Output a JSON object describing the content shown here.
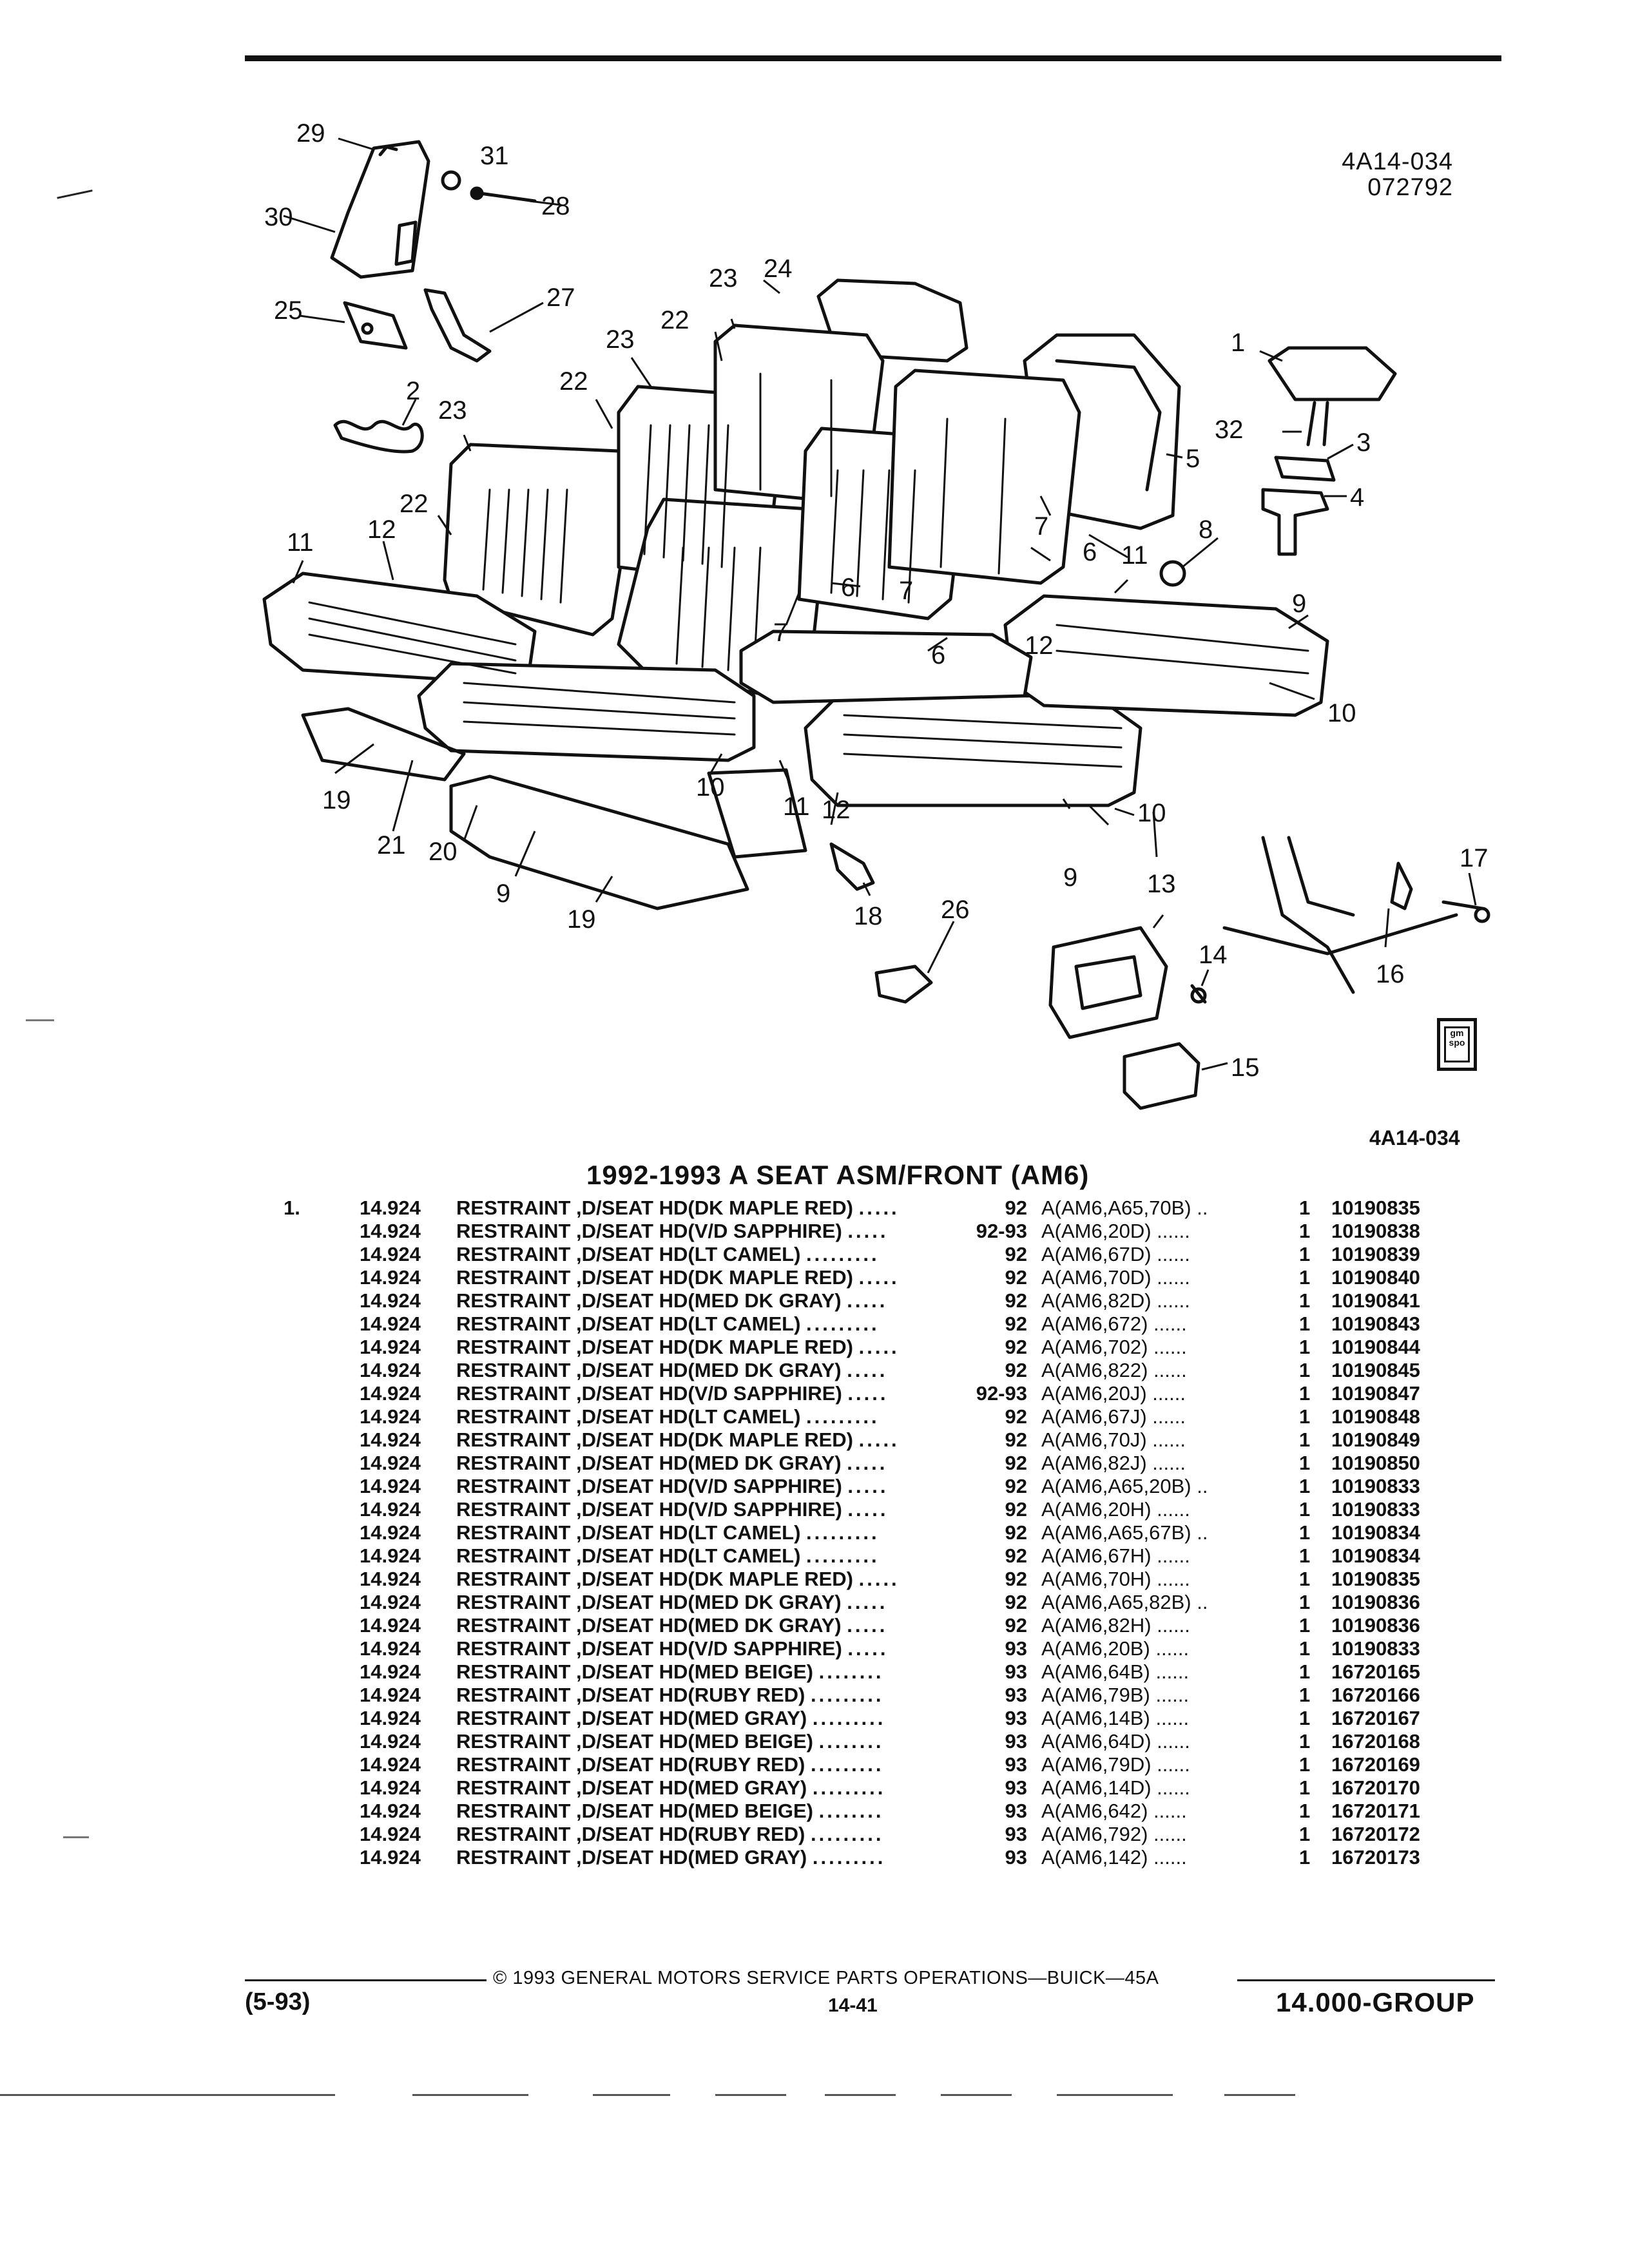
{
  "illustration": {
    "ref_top_line1": "4A14-034",
    "ref_top_line2": "072792",
    "ref_bottom": "4A14-034",
    "emblem_text": "gm spo",
    "callouts": [
      "1",
      "2",
      "3",
      "4",
      "5",
      "6",
      "7",
      "8",
      "9",
      "10",
      "11",
      "12",
      "13",
      "14",
      "15",
      "16",
      "17",
      "18",
      "19",
      "20",
      "21",
      "22",
      "23",
      "24",
      "25",
      "26",
      "27",
      "28",
      "29",
      "30",
      "31",
      "32"
    ]
  },
  "section": {
    "title": "1992-1993 A SEAT ASM/FRONT (AM6)"
  },
  "parts": [
    {
      "idx": "1.",
      "code": "14.924",
      "desc": "RESTRAINT ,D/SEAT HD(DK MAPLE RED)",
      "leader": ".....",
      "year": "92",
      "body": "A(AM6,A65,70B) ..",
      "qty": "1",
      "part": "10190835"
    },
    {
      "idx": "",
      "code": "14.924",
      "desc": "RESTRAINT ,D/SEAT HD(V/D SAPPHIRE)",
      "leader": ".....",
      "year": "92-93",
      "body": "A(AM6,20D) ......",
      "qty": "1",
      "part": "10190838"
    },
    {
      "idx": "",
      "code": "14.924",
      "desc": "RESTRAINT ,D/SEAT HD(LT CAMEL)",
      "leader": ".........",
      "year": "92",
      "body": "A(AM6,67D) ......",
      "qty": "1",
      "part": "10190839"
    },
    {
      "idx": "",
      "code": "14.924",
      "desc": "RESTRAINT ,D/SEAT HD(DK MAPLE RED)",
      "leader": ".....",
      "year": "92",
      "body": "A(AM6,70D) ......",
      "qty": "1",
      "part": "10190840"
    },
    {
      "idx": "",
      "code": "14.924",
      "desc": "RESTRAINT ,D/SEAT HD(MED DK GRAY)",
      "leader": ".....",
      "year": "92",
      "body": "A(AM6,82D) ......",
      "qty": "1",
      "part": "10190841"
    },
    {
      "idx": "",
      "code": "14.924",
      "desc": "RESTRAINT ,D/SEAT HD(LT CAMEL)",
      "leader": ".........",
      "year": "92",
      "body": "A(AM6,672) ......",
      "qty": "1",
      "part": "10190843"
    },
    {
      "idx": "",
      "code": "14.924",
      "desc": "RESTRAINT ,D/SEAT HD(DK MAPLE RED)",
      "leader": ".....",
      "year": "92",
      "body": "A(AM6,702) ......",
      "qty": "1",
      "part": "10190844"
    },
    {
      "idx": "",
      "code": "14.924",
      "desc": "RESTRAINT ,D/SEAT HD(MED DK GRAY)",
      "leader": ".....",
      "year": "92",
      "body": "A(AM6,822) ......",
      "qty": "1",
      "part": "10190845"
    },
    {
      "idx": "",
      "code": "14.924",
      "desc": "RESTRAINT ,D/SEAT HD(V/D SAPPHIRE)",
      "leader": ".....",
      "year": "92-93",
      "body": "A(AM6,20J) ......",
      "qty": "1",
      "part": "10190847"
    },
    {
      "idx": "",
      "code": "14.924",
      "desc": "RESTRAINT ,D/SEAT HD(LT CAMEL)",
      "leader": ".........",
      "year": "92",
      "body": "A(AM6,67J) ......",
      "qty": "1",
      "part": "10190848"
    },
    {
      "idx": "",
      "code": "14.924",
      "desc": "RESTRAINT ,D/SEAT HD(DK MAPLE RED)",
      "leader": ".....",
      "year": "92",
      "body": "A(AM6,70J) ......",
      "qty": "1",
      "part": "10190849"
    },
    {
      "idx": "",
      "code": "14.924",
      "desc": "RESTRAINT ,D/SEAT HD(MED DK GRAY)",
      "leader": ".....",
      "year": "92",
      "body": "A(AM6,82J) ......",
      "qty": "1",
      "part": "10190850"
    },
    {
      "idx": "",
      "code": "14.924",
      "desc": "RESTRAINT ,D/SEAT HD(V/D SAPPHIRE)",
      "leader": ".....",
      "year": "92",
      "body": "A(AM6,A65,20B) ..",
      "qty": "1",
      "part": "10190833"
    },
    {
      "idx": "",
      "code": "14.924",
      "desc": "RESTRAINT ,D/SEAT HD(V/D SAPPHIRE)",
      "leader": ".....",
      "year": "92",
      "body": "A(AM6,20H) ......",
      "qty": "1",
      "part": "10190833"
    },
    {
      "idx": "",
      "code": "14.924",
      "desc": "RESTRAINT ,D/SEAT HD(LT CAMEL)",
      "leader": ".........",
      "year": "92",
      "body": "A(AM6,A65,67B) ..",
      "qty": "1",
      "part": "10190834"
    },
    {
      "idx": "",
      "code": "14.924",
      "desc": "RESTRAINT ,D/SEAT HD(LT CAMEL)",
      "leader": ".........",
      "year": "92",
      "body": "A(AM6,67H) ......",
      "qty": "1",
      "part": "10190834"
    },
    {
      "idx": "",
      "code": "14.924",
      "desc": "RESTRAINT ,D/SEAT HD(DK MAPLE RED)",
      "leader": ".....",
      "year": "92",
      "body": "A(AM6,70H) ......",
      "qty": "1",
      "part": "10190835"
    },
    {
      "idx": "",
      "code": "14.924",
      "desc": "RESTRAINT ,D/SEAT HD(MED DK GRAY)",
      "leader": ".....",
      "year": "92",
      "body": "A(AM6,A65,82B) ..",
      "qty": "1",
      "part": "10190836"
    },
    {
      "idx": "",
      "code": "14.924",
      "desc": "RESTRAINT ,D/SEAT HD(MED DK GRAY)",
      "leader": ".....",
      "year": "92",
      "body": "A(AM6,82H) ......",
      "qty": "1",
      "part": "10190836"
    },
    {
      "idx": "",
      "code": "14.924",
      "desc": "RESTRAINT ,D/SEAT HD(V/D SAPPHIRE)",
      "leader": ".....",
      "year": "93",
      "body": "A(AM6,20B) ......",
      "qty": "1",
      "part": "10190833"
    },
    {
      "idx": "",
      "code": "14.924",
      "desc": "RESTRAINT ,D/SEAT HD(MED BEIGE)",
      "leader": "........",
      "year": "93",
      "body": "A(AM6,64B) ......",
      "qty": "1",
      "part": "16720165"
    },
    {
      "idx": "",
      "code": "14.924",
      "desc": "RESTRAINT ,D/SEAT HD(RUBY RED)",
      "leader": ".........",
      "year": "93",
      "body": "A(AM6,79B) ......",
      "qty": "1",
      "part": "16720166"
    },
    {
      "idx": "",
      "code": "14.924",
      "desc": "RESTRAINT ,D/SEAT HD(MED GRAY)",
      "leader": ".........",
      "year": "93",
      "body": "A(AM6,14B) ......",
      "qty": "1",
      "part": "16720167"
    },
    {
      "idx": "",
      "code": "14.924",
      "desc": "RESTRAINT ,D/SEAT HD(MED BEIGE)",
      "leader": "........",
      "year": "93",
      "body": "A(AM6,64D) ......",
      "qty": "1",
      "part": "16720168"
    },
    {
      "idx": "",
      "code": "14.924",
      "desc": "RESTRAINT ,D/SEAT HD(RUBY RED)",
      "leader": ".........",
      "year": "93",
      "body": "A(AM6,79D) ......",
      "qty": "1",
      "part": "16720169"
    },
    {
      "idx": "",
      "code": "14.924",
      "desc": "RESTRAINT ,D/SEAT HD(MED GRAY)",
      "leader": ".........",
      "year": "93",
      "body": "A(AM6,14D) ......",
      "qty": "1",
      "part": "16720170"
    },
    {
      "idx": "",
      "code": "14.924",
      "desc": "RESTRAINT ,D/SEAT HD(MED BEIGE)",
      "leader": "........",
      "year": "93",
      "body": "A(AM6,642) ......",
      "qty": "1",
      "part": "16720171"
    },
    {
      "idx": "",
      "code": "14.924",
      "desc": "RESTRAINT ,D/SEAT HD(RUBY RED)",
      "leader": ".........",
      "year": "93",
      "body": "A(AM6,792) ......",
      "qty": "1",
      "part": "16720172"
    },
    {
      "idx": "",
      "code": "14.924",
      "desc": "RESTRAINT ,D/SEAT HD(MED GRAY)",
      "leader": ".........",
      "year": "93",
      "body": "A(AM6,142) ......",
      "qty": "1",
      "part": "16720173"
    }
  ],
  "footer": {
    "copyright": "© 1993 GENERAL MOTORS SERVICE PARTS OPERATIONS—BUICK—45A",
    "date": "(5-93)",
    "page": "14-41",
    "group": "14.000-GROUP"
  }
}
